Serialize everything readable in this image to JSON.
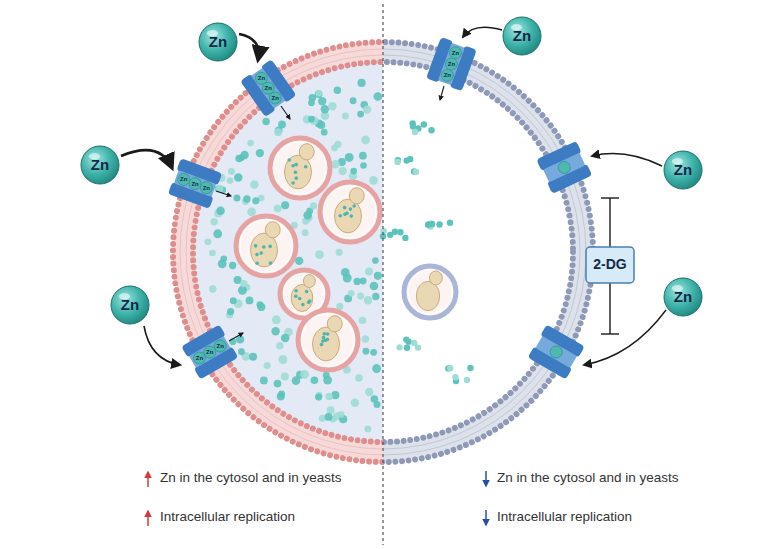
{
  "diagram": {
    "nodes": [
      {
        "text": [
          "Zn"
        ]
      },
      {
        "text": [
          "Zn"
        ]
      },
      {
        "text": [
          "Zn"
        ]
      },
      {
        "text": [
          "Zn"
        ]
      },
      {
        "text": [
          "2-DG"
        ]
      },
      {
        "text": [
          "Zn"
        ]
      },
      {
        "text": [
          "Zn"
        ]
      }
    ],
    "labels": [
      "Zn",
      "Zn",
      "Zn",
      "Zn",
      "Zn",
      "Zn",
      "Zn",
      "Zn",
      "Zn",
      "Zn",
      "Zn",
      "Zn",
      "Zn in the cytosol and in yeasts",
      "Zn in the cytosol and in yeasts",
      "Intracellular replication",
      "Intracellular replication"
    ]
  }
}
